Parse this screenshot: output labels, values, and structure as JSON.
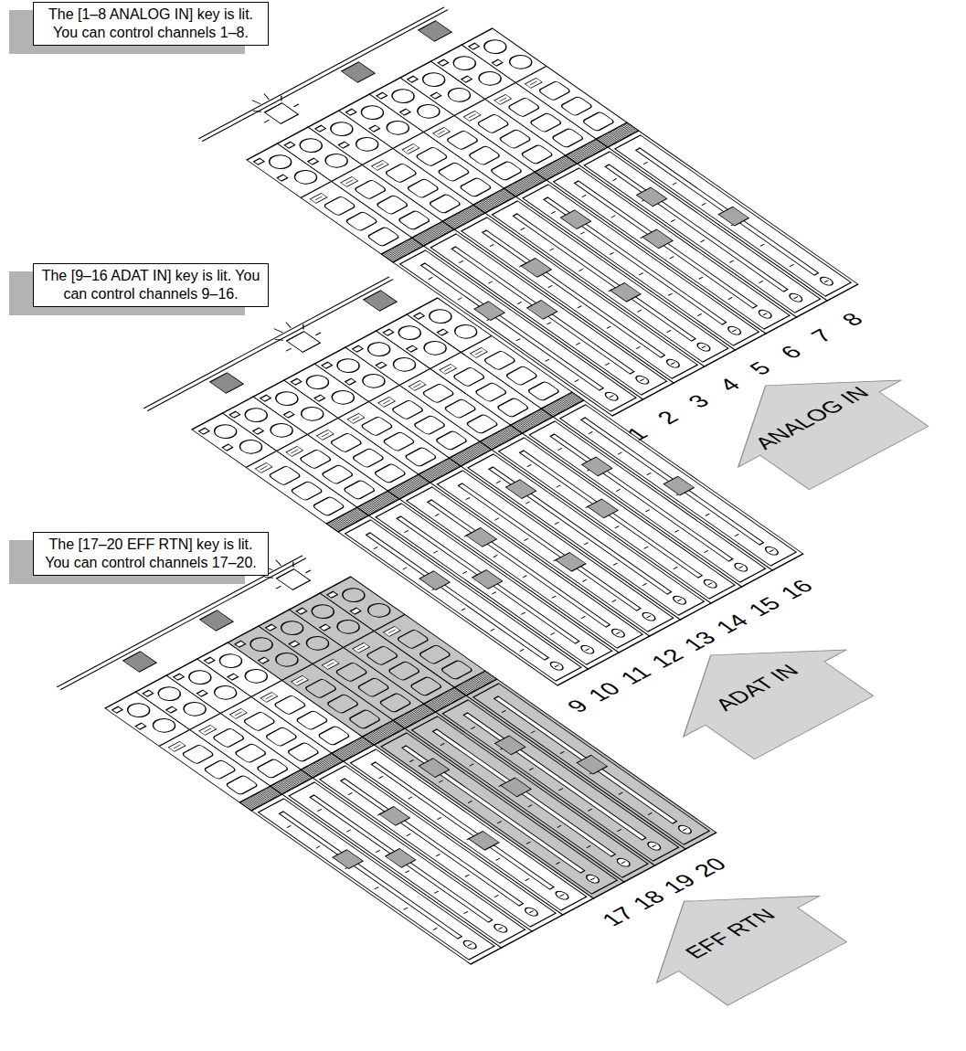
{
  "diagram": {
    "nodes": [
      {
        "text": [
          "The [1–8 ANALOG IN] key is lit. You can control channels 1–8."
        ]
      },
      {
        "text": [
          "The [9–16 ADAT IN] key is lit. You can control channels 9–16."
        ]
      },
      {
        "text": [
          "The [17–20 EFF RTN] key is lit. You can control channels 17–20."
        ]
      },
      {
        "text": [
          "ANALOG IN"
        ]
      },
      {
        "text": [
          "ADAT IN"
        ]
      },
      {
        "text": [
          "EFF RTN"
        ]
      }
    ],
    "labels": [
      "1",
      "2",
      "3",
      "4",
      "5",
      "6",
      "7",
      "8",
      "9",
      "10",
      "11",
      "12",
      "13",
      "14",
      "15",
      "16",
      "17",
      "18",
      "19",
      "20"
    ]
  }
}
